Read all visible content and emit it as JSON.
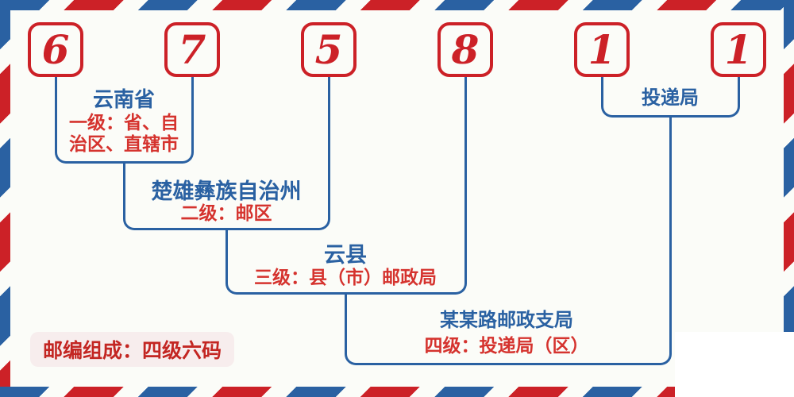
{
  "postal_code": {
    "digits": [
      "6",
      "7",
      "5",
      "8",
      "1",
      "1"
    ]
  },
  "levels": {
    "level1": {
      "name": "云南省",
      "desc": "一级：省、自\n治区、直辖市"
    },
    "level2": {
      "name": "楚雄彝族自治州",
      "desc": "二级：邮区"
    },
    "level3": {
      "name": "云县",
      "desc": "三级：县（市）邮政局"
    },
    "level4": {
      "name": "某某路邮政支局",
      "desc": "四级：投递局（区）"
    },
    "delivery": {
      "name": "投递局"
    }
  },
  "footer": {
    "composition_note": "邮编组成：四级六码"
  },
  "colors": {
    "stripe_red": "#cc2127",
    "stripe_blue": "#2a61a2",
    "digit_red": "#cc2127",
    "label_blue": "#2a61a2",
    "label_red": "#d5332e",
    "badge_background": "#f7eded",
    "paper": "#fbfcf8"
  }
}
